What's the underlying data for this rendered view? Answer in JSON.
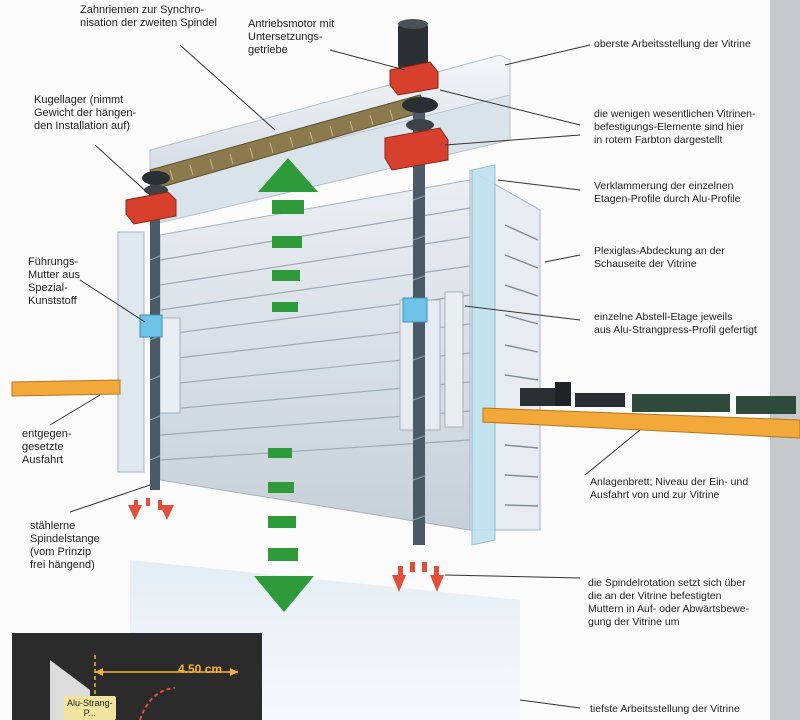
{
  "labels": {
    "zahnriemen": "Zahnriemen zur Synchro-\nnisation der zweiten Spindel",
    "antriebsmotor": "Antriebsmotor mit\nUntersetzungs-\ngetriebe",
    "oberste": "oberste Arbeitsstellung der Vitrine",
    "kugellager": "Kugellager (nimmt\nGewicht der hängen-\nden Installation auf)",
    "befestigung": "die wenigen wesentlichen Vitrinen-\nbefestigungs-Elemente sind hier\nin rotem Farbton dargestellt",
    "verklammerung": "Verklammerung der einzelnen\nEtagen-Profile durch Alu-Profile",
    "fuehrungsmutter": "Führungs-\nMutter aus\nSpezial-\nKunststoff",
    "plexiglas": "Plexiglas-Abdeckung an der\nSchauseite der Vitrine",
    "abstell_etage": "einzelne Abstell-Etage jeweils\naus Alu-Strangpress-Profil gefertigt",
    "entgegen": "entgegen-\ngesetzte\nAusfahrt",
    "anlagenbrett": "Anlagenbrett; Niveau der Ein- und\nAusfahrt von und zur Vitrine",
    "spindelstange": "stählerne\nSpindelstange\n(vom Prinzip\nfrei hängend)",
    "spindelrotation": "die Spindelrotation setzt sich über\ndie an der Vitrine befestigten\nMuttern in Auf- oder Abwärtsbewe-\ngung der Vitrine um",
    "tiefste": "tiefste Arbeitsstellung der Vitrine"
  },
  "inset": {
    "dimension": "4.50 cm",
    "tag": "Alu-Strang-\nP..."
  },
  "colors": {
    "red_parts": "#d8402e",
    "green_arrow": "#2e9a3a",
    "orange_board": "#f2a93a",
    "rotation_arrow": "#e2503a",
    "spindle": "#4a5a66",
    "profile": "#d5dde6",
    "glass": "#bfe1ee",
    "belt": "#8a7a4e"
  }
}
